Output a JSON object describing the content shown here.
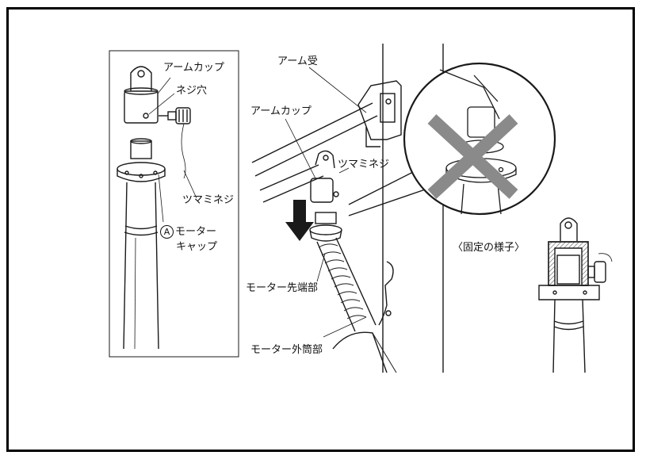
{
  "labels": {
    "arm_cup_left": "アームカップ",
    "screw_hole": "ネジ穴",
    "knob_screw_left": "ツマミネジ",
    "circle_a": "A",
    "motor_cap_line1": "モーター",
    "motor_cap_line2": "キャップ",
    "arm_receiver": "アーム受",
    "arm_cup_center": "アームカップ",
    "knob_screw_center": "ツマミネジ",
    "motor_tip": "モーター先端部",
    "motor_outer_tube": "モーター外筒部",
    "fixed_state": "〈固定の様子〉"
  },
  "colors": {
    "line": "#1a1a1a",
    "cross_mark": "#8a8a8a",
    "arrow": "#1a1a1a",
    "hatch": "#555555"
  },
  "icons": {
    "wrong_mark": "x-mark-icon",
    "down_arrow": "arrow-down-icon"
  }
}
